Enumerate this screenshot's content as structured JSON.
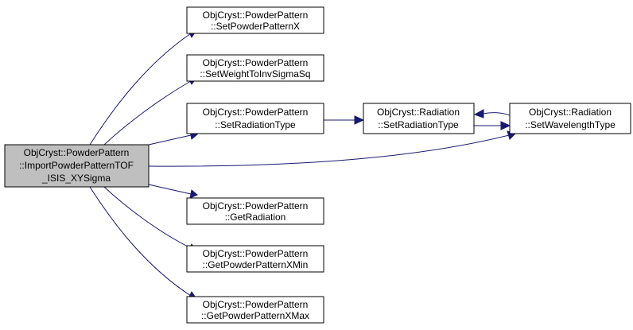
{
  "colors": {
    "node_fill": "#ffffff",
    "root_fill": "#bfbfbf",
    "border": "#000000",
    "edge": "#191970"
  },
  "nodes": {
    "import": {
      "lines": [
        "ObjCryst::PowderPattern",
        "::ImportPowderPatternTOF",
        "_ISIS_XYSigma"
      ]
    },
    "setx": {
      "lines": [
        "ObjCryst::PowderPattern",
        "::SetPowderPatternX"
      ]
    },
    "setw": {
      "lines": [
        "ObjCryst::PowderPattern",
        "::SetWeightToInvSigmaSq"
      ]
    },
    "setrad": {
      "lines": [
        "ObjCryst::PowderPattern",
        "::SetRadiationType"
      ]
    },
    "radtype": {
      "lines": [
        "ObjCryst::Radiation",
        "::SetRadiationType"
      ]
    },
    "wavetype": {
      "lines": [
        "ObjCryst::Radiation",
        "::SetWavelengthType"
      ]
    },
    "getrad": {
      "lines": [
        "ObjCryst::PowderPattern",
        "::GetRadiation"
      ]
    },
    "xmin": {
      "lines": [
        "ObjCryst::PowderPattern",
        "::GetPowderPatternXMin"
      ]
    },
    "xmax": {
      "lines": [
        "ObjCryst::PowderPattern",
        "::GetPowderPatternXMax"
      ]
    }
  }
}
